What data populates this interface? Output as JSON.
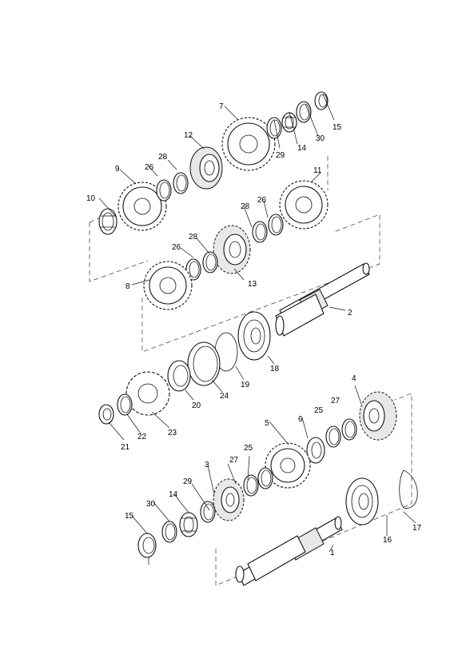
{
  "labels": {
    "l1": "1",
    "l2": "2",
    "l3": "3",
    "l4": "4",
    "l5": "5",
    "l6": "6",
    "l7": "7",
    "l8": "8",
    "l9": "9",
    "l10": "10",
    "l11": "11",
    "l12": "12",
    "l13": "13",
    "l14_top": "14",
    "l14_bot": "14",
    "l15_top": "15",
    "l15_bot": "15",
    "l16": "16",
    "l17": "17",
    "l18": "18",
    "l19": "19",
    "l20": "20",
    "l21": "21",
    "l22": "22",
    "l23": "23",
    "l24": "24",
    "l25_a": "25",
    "l25_b": "25",
    "l26_a": "26",
    "l26_b": "26",
    "l26_c": "26",
    "l27_a": "27",
    "l27_b": "27",
    "l28_a": "28",
    "l28_b": "28",
    "l28_c": "28",
    "l29_top": "29",
    "l29_bot": "29",
    "l30_top": "30",
    "l30_bot": "30"
  }
}
